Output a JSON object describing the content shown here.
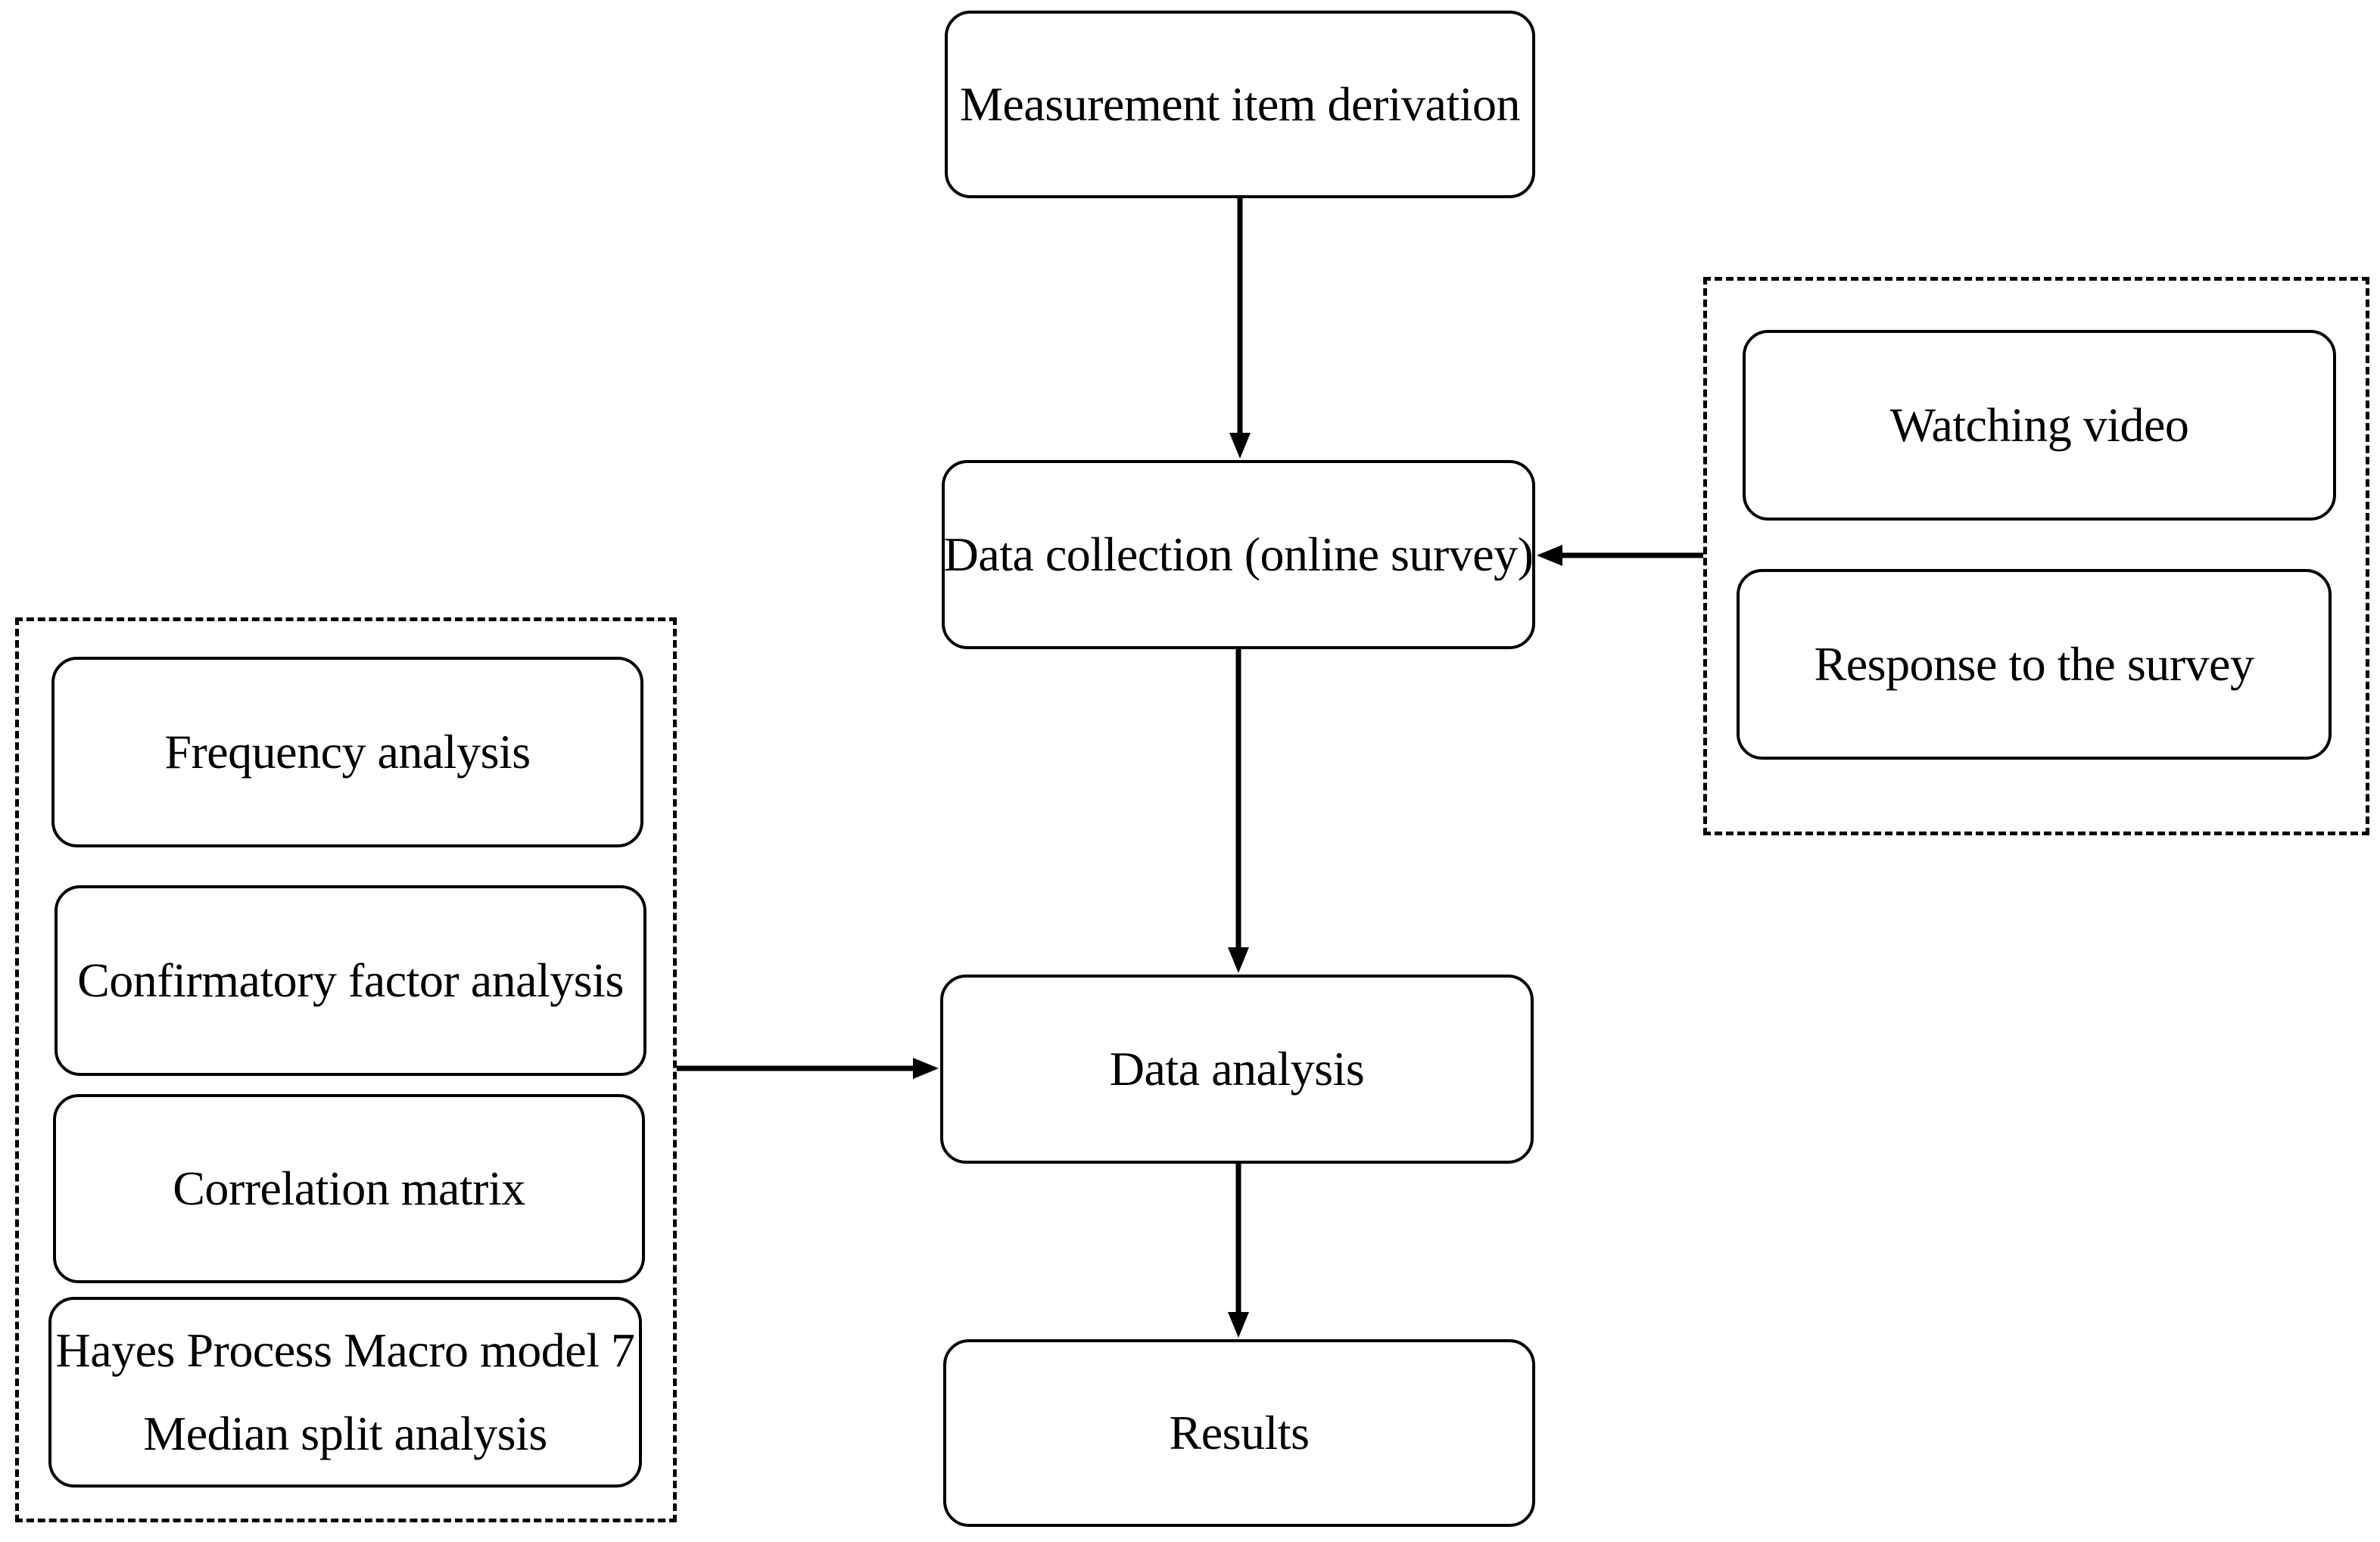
{
  "main_flow": {
    "measurement": "Measurement item derivation",
    "collection": "Data collection (online survey)",
    "analysis": "Data analysis",
    "results": "Results"
  },
  "collection_steps": {
    "watching": "Watching video",
    "response": "Response to the survey"
  },
  "analysis_methods": {
    "frequency": "Frequency analysis",
    "cfa": "Confirmatory factor analysis",
    "correlation": "Correlation matrix",
    "hayes": "Hayes Process Macro model 7",
    "median": "Median split analysis"
  }
}
